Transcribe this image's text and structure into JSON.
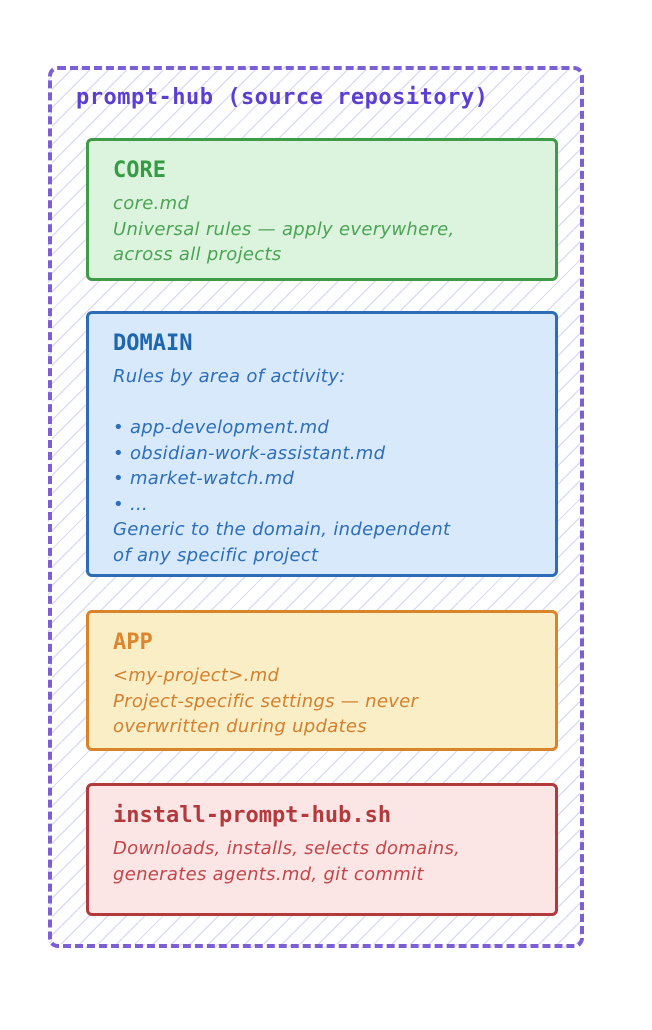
{
  "frame": {
    "title": "prompt-hub (source repository)"
  },
  "boxes": [
    {
      "key": "core",
      "title": "CORE",
      "body": "core.md\nUniversal rules — apply everywhere,\nacross all projects"
    },
    {
      "key": "domain",
      "title": "DOMAIN",
      "body": "Rules by area of activity:\n\n• app-development.md\n• obsidian-work-assistant.md\n• market-watch.md\n• ...\nGeneric to the domain, independent\nof any specific project"
    },
    {
      "key": "app",
      "title": "APP",
      "body": "<my-project>.md\nProject-specific settings — never\noverwritten during updates"
    },
    {
      "key": "installer",
      "title": "install-prompt-hub.sh",
      "body": "Downloads, installs, selects domains,\ngenerates agents.md, git commit"
    }
  ],
  "colors": {
    "frame_border": "#7c5fd5",
    "frame_title": "#5b3fd1",
    "hatch_line": "#8d93de",
    "core_border": "#3f9b47",
    "core_fill": "#dcf3dd",
    "core_title": "#379a44",
    "core_text": "#4ba456",
    "domain_border": "#2e6cb5",
    "domain_fill": "#d7e9fa",
    "domain_title": "#1f66b0",
    "domain_text": "#2d6eb8",
    "app_border": "#d9832b",
    "app_fill": "#faeec6",
    "app_title": "#dd8630",
    "app_text": "#d3802e",
    "installer_border": "#b23a3d",
    "installer_fill": "#fbe5e5",
    "installer_title": "#b23a3d",
    "installer_text": "#c24649"
  }
}
